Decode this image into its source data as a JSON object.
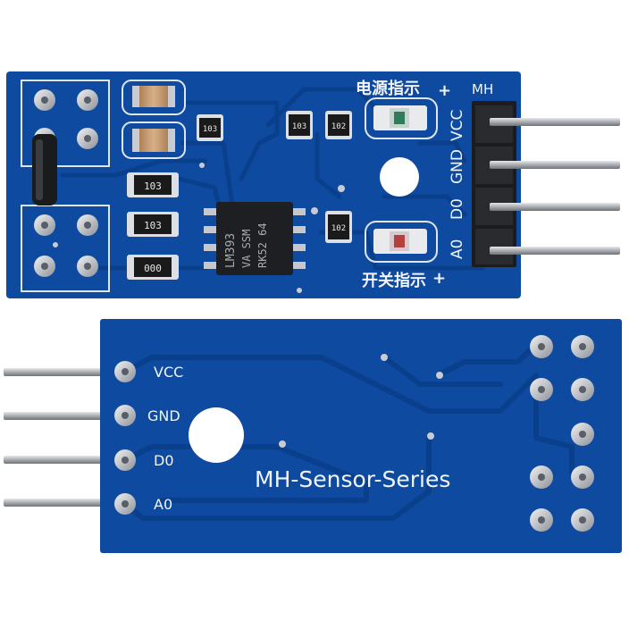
{
  "photo": {
    "colors": {
      "pcb": "#0d4aa0",
      "pcb_dark": "#083a80",
      "trace": "#0a3f8c",
      "silkscreen": "#f2f4f8",
      "pin_metal": "#b9bcc0",
      "header_plastic": "#1c1c1e",
      "pad": "#c8ccd2",
      "chip": "#1e1f22",
      "resistor": "#1a1a1a",
      "capacitor": "#b98a5a"
    },
    "top_board": {
      "power_led_label": "电源指示",
      "power_led_plus": "+",
      "switch_led_label": "开关指示",
      "switch_led_plus": "+",
      "brand": "MH",
      "pin_vcc": "VCC",
      "pin_gnd": "GND",
      "pin_d0": "D0",
      "pin_a0": "A0",
      "chip_line1": "LM393",
      "chip_line2": "VA SSM",
      "chip_line3": "RK52 64",
      "resistors": [
        "103",
        "103",
        "103",
        "102",
        "102",
        "000",
        "103"
      ]
    },
    "bottom_board": {
      "pin_vcc": "VCC",
      "pin_gnd": "GND",
      "pin_d0": "D0",
      "pin_a0": "A0",
      "series": "MH-Sensor-Series"
    }
  }
}
